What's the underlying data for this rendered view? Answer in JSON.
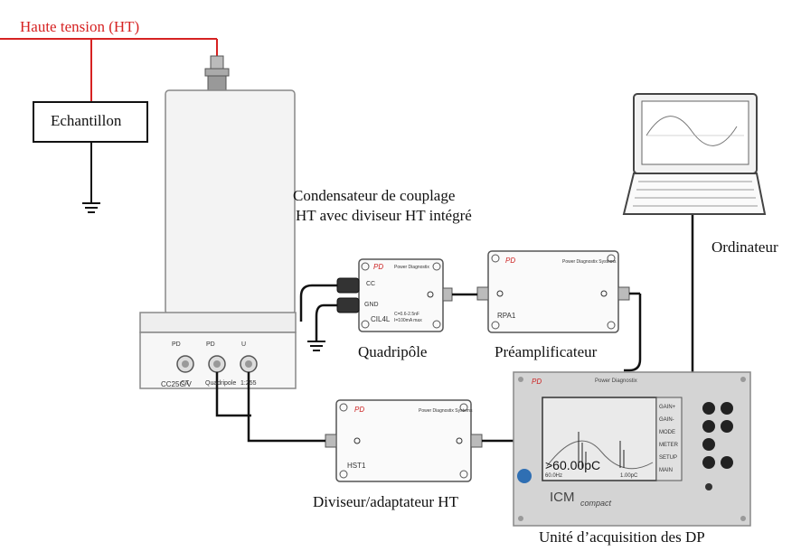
{
  "labels": {
    "high_voltage": "Haute tension (HT)",
    "sample": "Echantillon",
    "coupling_capacitor_line1": "Condensateur de couplage",
    "coupling_capacitor_line2": "HT avec diviseur HT intégré",
    "quadripole": "Quadripôle",
    "preamplifier": "Préamplificateur",
    "computer": "Ordinateur",
    "divider_adapter": "Diviseur/adaptateur HT",
    "acquisition_unit": "Unité d’acquisition des DP"
  },
  "capacitor": {
    "model": "CC25C/V",
    "port_labels": [
      "PD",
      "PD",
      "U"
    ],
    "port_names": [
      "CT",
      "Quadripole",
      "1:255"
    ]
  },
  "cil": {
    "brand": "PD",
    "brand_text": "Power Diagnostix",
    "model": "CIL4L",
    "inputs": [
      "CC",
      "GND"
    ],
    "spec_line1": "C=0.6-2.5nF",
    "spec_line2": "I=100mA max"
  },
  "rpa": {
    "brand": "PD",
    "brand_text": "Power Diagnostix Systems",
    "model": "RPA1"
  },
  "hst": {
    "brand": "PD",
    "brand_text": "Power Diagnostix Systems",
    "model": "HST1"
  },
  "icm": {
    "brand": "PD",
    "brand_text": "Power Diagnostix",
    "screen_value": ">60.00pC",
    "screen_sub_left": "60.0Hz",
    "screen_sub_right": "1.00pC",
    "menu": [
      "GAIN+",
      "GAIN-",
      "MODE",
      "METER",
      "SETUP",
      "MAIN"
    ],
    "logo_main": "ICM",
    "logo_sub": "compact"
  },
  "colors": {
    "high_voltage_line": "#d62222",
    "wire": "#111111",
    "device_border": "#555555",
    "icm_panel": "#d4d4d4"
  }
}
